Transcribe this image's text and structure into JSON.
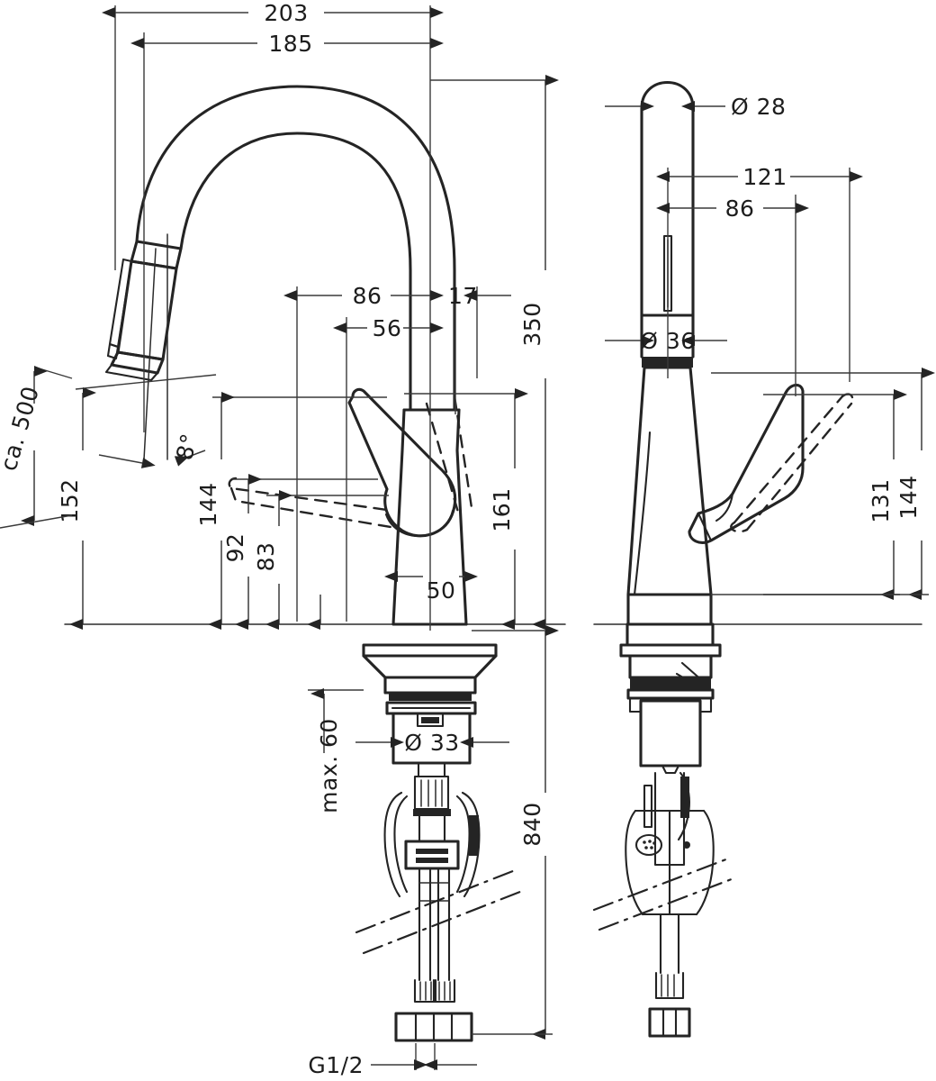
{
  "document": {
    "type": "technical-dimension-drawing",
    "subject": "Pull-down kitchen mixer tap",
    "views": [
      "front-elevation",
      "side-elevation"
    ],
    "units": "mm",
    "background_color": "#ffffff",
    "line_color": "#242424"
  },
  "dimensions": {
    "front": {
      "reach_total": "203",
      "reach_inner": "185",
      "spout_offset": "86",
      "spout_lever": "56",
      "spout_wall": "17",
      "overall_height": "350",
      "handle_height": "161",
      "spray_drop": "152",
      "hose_pullout": "ca. 500",
      "tilt_angle": "8°",
      "lever_up": "144",
      "lever_mid": "92",
      "lever_low": "83",
      "base_width": "50",
      "deck_thickness": "max. 60",
      "shank_diameter": "Ø 33",
      "supply_length": "840",
      "supply_thread": "G1/2"
    },
    "side": {
      "spout_diameter": "Ø 28",
      "body_diameter": "Ø 36",
      "lever_reach_long": "121",
      "lever_reach_short": "86",
      "lever_height_low": "131",
      "lever_height_high": "144"
    }
  },
  "labels": [
    {
      "id": "d-203",
      "text": "203",
      "orient": "h"
    },
    {
      "id": "d-185",
      "text": "185",
      "orient": "h"
    },
    {
      "id": "d-86f",
      "text": "86",
      "orient": "h"
    },
    {
      "id": "d-17",
      "text": "17",
      "orient": "h"
    },
    {
      "id": "d-56",
      "text": "56",
      "orient": "h"
    },
    {
      "id": "d-350",
      "text": "350",
      "orient": "v"
    },
    {
      "id": "d-161",
      "text": "161",
      "orient": "v"
    },
    {
      "id": "d-152",
      "text": "152",
      "orient": "v"
    },
    {
      "id": "d-ca500",
      "text": "ca. 500",
      "orient": "v"
    },
    {
      "id": "d-8deg",
      "text": "8°",
      "orient": "v"
    },
    {
      "id": "d-144f",
      "text": "144",
      "orient": "v"
    },
    {
      "id": "d-92",
      "text": "92",
      "orient": "v"
    },
    {
      "id": "d-83",
      "text": "83",
      "orient": "v"
    },
    {
      "id": "d-50",
      "text": "50",
      "orient": "h"
    },
    {
      "id": "d-max60",
      "text": "max. 60",
      "orient": "v"
    },
    {
      "id": "d-33",
      "text": "Ø 33",
      "orient": "h"
    },
    {
      "id": "d-840",
      "text": "840",
      "orient": "v"
    },
    {
      "id": "d-g12",
      "text": "G1/2",
      "orient": "h"
    },
    {
      "id": "d-28",
      "text": "Ø 28",
      "orient": "h"
    },
    {
      "id": "d-36",
      "text": "Ø 36",
      "orient": "h"
    },
    {
      "id": "d-121",
      "text": "121",
      "orient": "h"
    },
    {
      "id": "d-86s",
      "text": "86",
      "orient": "h"
    },
    {
      "id": "d-131",
      "text": "131",
      "orient": "v"
    },
    {
      "id": "d-144s",
      "text": "144",
      "orient": "v"
    }
  ]
}
